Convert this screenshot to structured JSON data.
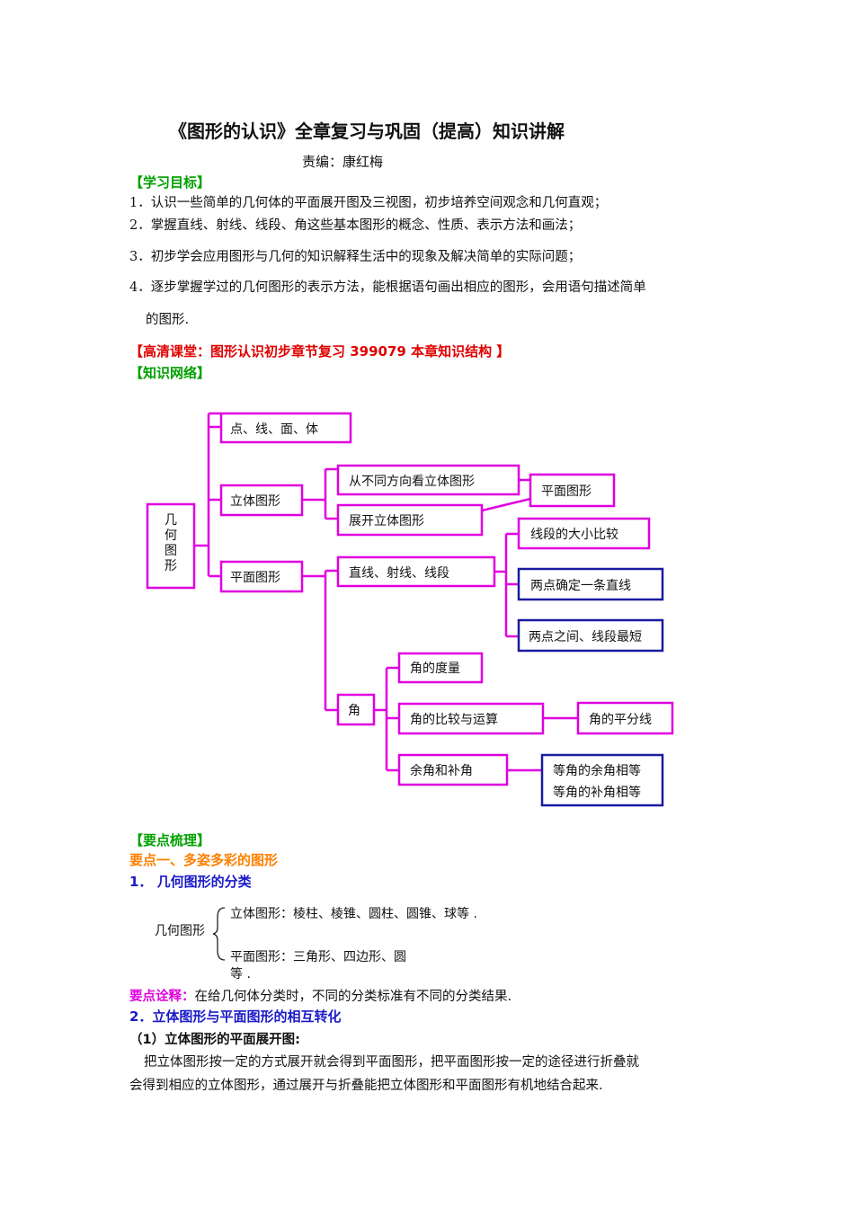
{
  "title": "《图形的认识》全章复习与巩固（提高）知识讲解",
  "editor": "责编：康红梅",
  "goals_heading": "【学习目标】",
  "goals": [
    "1．认识一些简单的几何体的平面展开图及三视图，初步培养空间观念和几何直观；",
    "2．掌握直线、射线、线段、角这些基本图形的概念、性质、表示方法和画法；",
    "3．初步学会应用图形与几何的知识解释生活中的现象及解决简单的实际问题；",
    "4．逐步掌握学过的几何图形的表示方法，能根据语句画出相应的图形，会用语句描述简单",
    "的图形."
  ],
  "hd_class": "【高清课堂：图形认识初步章节复习  399079    本章知识结构  】",
  "network_heading": "【知识网络】",
  "diagram": {
    "root": "几何图形",
    "n1": "点、线、面、体",
    "n2": "立体图形",
    "n3": "平面图形",
    "n4": "从不同方向看立体图形",
    "n5": "展开立体图形",
    "n6": "平面图形",
    "n7": "直线、射线、线段",
    "n8": "线段的大小比较",
    "n9": "两点确定一条直线",
    "n10": "两点之间、线段最短",
    "n11": "角",
    "n12": "角的度量",
    "n13": "角的比较与运算",
    "n14": "角的平分线",
    "n15": "余角和补角",
    "n16a": "等角的余角相等",
    "n16b": "等角的补角相等",
    "mark": "↵",
    "colors": {
      "magenta": "#e000e0",
      "navy": "#1a1aa0"
    }
  },
  "points_heading": "【要点梳理】",
  "point1": "要点一、多姿多彩的图形",
  "sub1": "1．  几何图形的分类",
  "classify": {
    "label": "几何图形",
    "solid": "立体图形：棱柱、棱锥、圆柱、圆锥、球等 .",
    "plane1": "平面图形：三角形、四边形、圆",
    "plane2": "等 ."
  },
  "note_label": "要点诠释：",
  "note_text": "在给几何体分类时，不同的分类标准有不同的分类结果.",
  "sub2": "2．立体图形与平面图形的相互转化",
  "sub2_1": "（1）立体图形的平面展开图:",
  "para1": "把立体图形按一定的方式展开就会得到平面图形，把平面图形按一定的途径进行折叠就",
  "para2": "会得到相应的立体图形，通过展开与折叠能把立体图形和平面图形有机地结合起来."
}
